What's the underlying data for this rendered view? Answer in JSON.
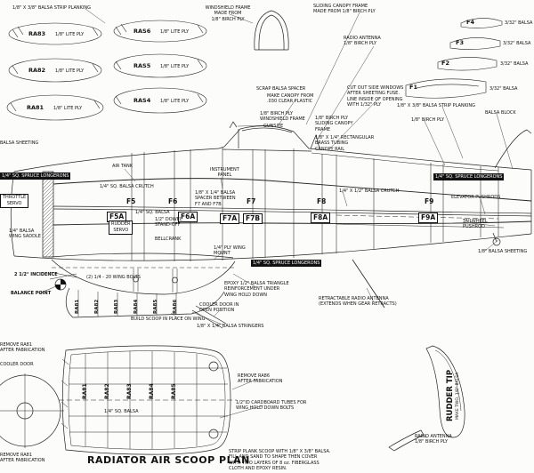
{
  "title": "RADIATOR AIR SCOOP PLAN",
  "parts": {
    "ribs": [
      {
        "id": "RA83",
        "material": "1/8\" LITE PLY"
      },
      {
        "id": "RA82",
        "material": "1/8\" LITE PLY"
      },
      {
        "id": "RA81",
        "material": "1/8\" LITE PLY"
      },
      {
        "id": "RAS6",
        "material": "1/8\" LITE PLY"
      },
      {
        "id": "RAS5",
        "material": "1/8\" LITE PLY"
      },
      {
        "id": "RAS4",
        "material": "1/8\" LITE PLY"
      }
    ],
    "tail_formers": [
      {
        "id": "F4",
        "material": "3/32\" BALSA"
      },
      {
        "id": "F3",
        "material": "3/32\" BALSA"
      },
      {
        "id": "F2",
        "material": "3/32\" BALSA"
      },
      {
        "id": "F1",
        "material": "3/32\" BALSA"
      }
    ],
    "fuselage_formers": [
      "F5",
      "F5A",
      "F6",
      "F6A",
      "F7",
      "F7A",
      "F7B",
      "F8",
      "F8A",
      "F9",
      "F9A"
    ],
    "scoop_ribs_side": [
      "RA81",
      "RA82",
      "RA83",
      "RA84",
      "RA85",
      "RA86"
    ],
    "scoop_ribs_plan": [
      "RA81",
      "RA82",
      "RA83",
      "RA84",
      "RA85"
    ]
  },
  "notes": {
    "strip_planking_tl": "1/8\" X 3/8\" BALSA STRIP PLANKING",
    "windshield_frame": "WINDSHIELD FRAME\nMADE FROM\n1/8\" BIRCH PLY",
    "sliding_canopy_frame": "SLIDING CANOPY FRAME\nMADE FROM 1/8\" BIRCH PLY",
    "radio_antenna_top": "RADIO ANTENNA\n1/8\" BIRCH PLY",
    "cut_out_windows": "CUT OUT SIDE WINDOWS\nAFTER SHEETING FUSE.\nLINE INSIDE OF OPENING\nWITH 1/32\" PLY",
    "strip_planking_right": "1/8\" X 3/8\" BALSA STRIP PLANKING",
    "balsa_block": "BALSA BLOCK",
    "birch_ply_right": "1/8\" BIRCH PLY",
    "scrap_balsa_spacer": "SCRAP BALSA SPACER",
    "make_canopy": "MAKE CANOPY FROM\n.030 CLEAR PLASTIC",
    "windshield_frame_2": "1/8\" BIRCH PLY\nWINDSHIELD FRAME",
    "gunsite": "GUNSITE",
    "sliding_canopy_2": "1/8\" BIRCH PLY\nSLIDING CANOPY\nFRAME",
    "canopy_rail": "1/8\" X 1/4\" RECTANGULAR\nBRASS TUBING\nCANOPY RAIL",
    "balsa_sheeting_left": "BALSA SHEETING",
    "spruce_longerons_left": "1/4\" SQ. SPRUCE LONGERONS",
    "throttle_servo": "THROTTLE\nSERVO",
    "air_tank": "AIR TANK",
    "balsa_crutch_left": "1/4\" SQ. BALSA CRUTCH",
    "instrument_panel": "INSTRUMENT\nPANEL",
    "f7_spacer": "1/8\" X 1/4\" BALSA\nSPACER BETWEEN\nF7 AND F7B",
    "balsa_crutch_right": "1/4\" X 1/2\" BALSA CRUTCH",
    "spruce_longerons_right": "1/4\" SQ. SPRUCE LONGERONS",
    "elevator_pushrods": "ELEVATOR PUSHRODS",
    "tailwheel_pushrod": "TAILWHEEL\nPUSHROD",
    "balsa_sheeting_right": "1/8\" BALSA SHEETING",
    "rudder_servo": "RUDDER\nSERVO",
    "quarter_sq_balsa": "1/4\" SQ. BALSA",
    "dowel_standoff": "1/2\" DOWEL\nSTAND-OFF",
    "wing_saddle": "1/4\" BALSA\nWING SADDLE",
    "bellcrank": "BELLCRANK",
    "ply_wing_mount": "1/4\" PLY WING\nMOUNT",
    "spruce_longerons_mid": "1/4\" SQ. SPRUCE LONGERONS",
    "incidence": "2 1/2° INCIDENCE",
    "wing_bolts": "(2) 1/4 - 20 WING BOLTS",
    "balance_point": "BALANCE POINT",
    "epoxy_triangle": "EPOXY 1/2\" BALSA TRIANGLE\nREINFORCEMENT UNDER\nWING HOLD DOWN",
    "cooler_door_open": "COOLER DOOR IN\nOPEN POSITION",
    "build_scoop": "BUILD SCOOP IN PLACE ON WING",
    "balsa_stringers": "1/8\" X 1/4\" BALSA STRINGERS",
    "retractable_antenna": "RETRACTABLE RADIO ANTENNA\n(EXTENDS WHEN GEAR RETRACTS)",
    "remove_ra81_top": "REMOVE RA81\nAFTER FABRICATION",
    "cooler_door": "COOLER DOOR",
    "remove_ra86": "REMOVE RA86\nAFTER FABRICATION",
    "cardboard_tubes": "1/2\"ID CARDBOARD TUBES FOR\nWING HOLD DOWN BOLTS",
    "quarter_sq_balsa_plan": "1/4\" SQ. BALSA",
    "strip_plank_scoop": "STRIP PLANK SCOOP WITH 1/8\" X 3/8\" BALSA.\nFILL AND SAND TO SHAPE THEN COVER\nWITH TWO LAYERS OF 8 oz. FIBERGLASS\nCLOTH AND EPOXY RESIN.",
    "remove_ra81_bottom": "REMOVE RA81\nAFTER FABRICATION",
    "rudder_tip": "RUDDER TIP",
    "rudder_tip_sub": "MAKE TWO, 1/8\" BALSA",
    "radio_antenna_bottom": "RADIO ANTENNA\n1/8\" BIRCH PLY"
  }
}
